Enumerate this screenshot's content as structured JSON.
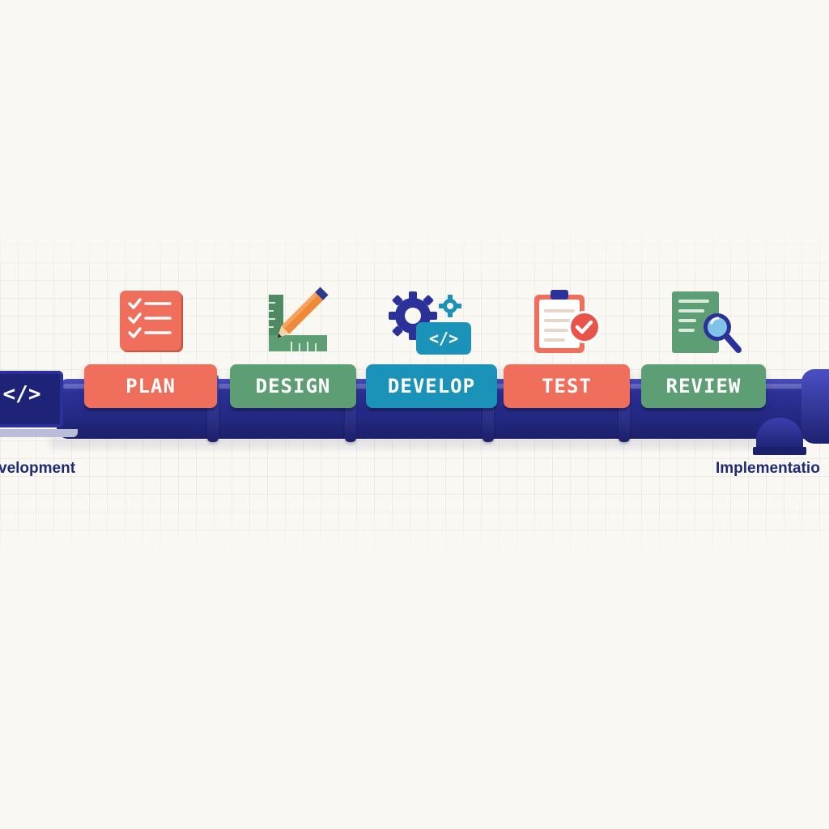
{
  "stages": [
    {
      "label": "PLAN",
      "color": "#ef6f5c",
      "icon": "checklist-icon"
    },
    {
      "label": "DESIGN",
      "color": "#5e9e74",
      "icon": "pencil-ruler-icon"
    },
    {
      "label": "DEVELOP",
      "color": "#1b93b8",
      "icon": "gear-code-icon"
    },
    {
      "label": "TEST",
      "color": "#ef6f5c",
      "icon": "clipboard-check-icon"
    },
    {
      "label": "REVIEW",
      "color": "#5e9e74",
      "icon": "document-magnifier-icon"
    }
  ],
  "terminal": {
    "code": "</>"
  },
  "develop_icon_code": "</>",
  "captions": {
    "start": "velopment",
    "end": "Implementatio"
  },
  "colors": {
    "pipe": "#252a86",
    "caption": "#1f2a74",
    "background": "#faf8f2"
  }
}
